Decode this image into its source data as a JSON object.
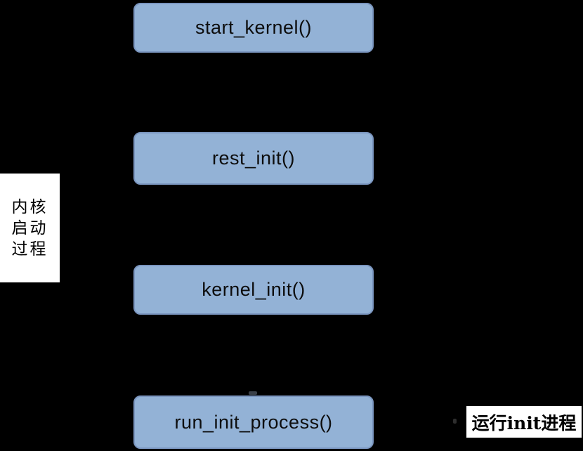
{
  "diagram": {
    "title": "kernel-boot-flow",
    "colors": {
      "background": "#000000",
      "node_fill": "#93b2d6",
      "node_border": "#7b96c0",
      "node_text": "#0d0d0d",
      "label_background": "#ffffff",
      "label_text": "#000000"
    },
    "nodes": [
      {
        "id": "start_kernel",
        "label": "start_kernel()"
      },
      {
        "id": "rest_init",
        "label": "rest_init()"
      },
      {
        "id": "kernel_init",
        "label": "kernel_init()"
      },
      {
        "id": "run_init_process",
        "label": "run_init_process()"
      }
    ],
    "side_labels": {
      "left": {
        "lines": [
          "内核",
          "启动",
          "过程"
        ]
      },
      "right": {
        "text": "运行init进程"
      }
    }
  }
}
